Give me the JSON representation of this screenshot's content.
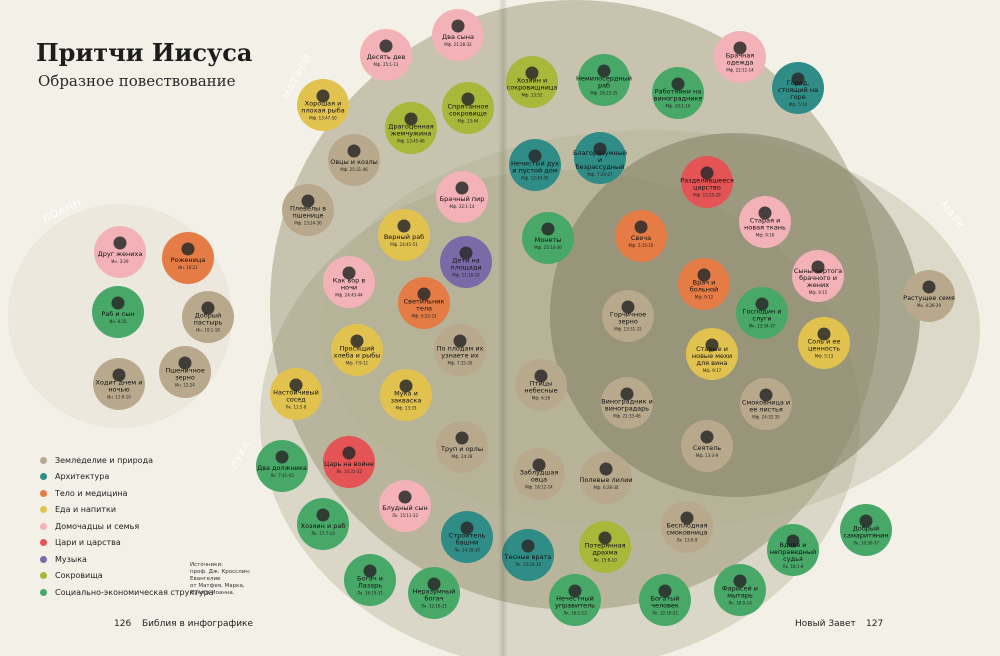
{
  "header": {
    "title": "Притчи Иисуса",
    "subtitle": "Образное повествование"
  },
  "group_labels": [
    {
      "key": "matthew",
      "text": "МАТФЕЙ"
    },
    {
      "key": "john",
      "text": "ИОАНН"
    },
    {
      "key": "mark",
      "text": "МАРК"
    },
    {
      "key": "luke",
      "text": "ЛУКА"
    }
  ],
  "legend": [
    {
      "label": "Земледелие и природа",
      "color": "#b8a98d"
    },
    {
      "label": "Архитектура",
      "color": "#2f8c86"
    },
    {
      "label": "Тело и медицина",
      "color": "#e57b45"
    },
    {
      "label": "Еда и напитки",
      "color": "#e2c24f"
    },
    {
      "label": "Домочадцы и семья",
      "color": "#f2b2b7"
    },
    {
      "label": "Цари и царства",
      "color": "#e55454"
    },
    {
      "label": "Музыка",
      "color": "#7b6aa8"
    },
    {
      "label": "Сокровища",
      "color": "#a7b83a"
    },
    {
      "label": "Социально-экономическая структура",
      "color": "#48a868"
    }
  ],
  "sources": [
    "Источники:",
    "проф. Дж. Кросслин:",
    "Евангелие",
    "от Матфея, Марка,",
    "Луки и Иоанна."
  ],
  "footer": {
    "left_page": "126",
    "left_text": "Библия в инфографике",
    "right_text": "Новый Завет",
    "right_page": "127"
  },
  "parables": [
    {
      "label": "Друг жениха",
      "ref": "Ин. 3:29",
      "color": "#f2b2b7"
    },
    {
      "label": "Роженица",
      "ref": "Ин. 16:21",
      "color": "#e57b45"
    },
    {
      "label": "Раб и сын",
      "ref": "Ин. 8:35",
      "color": "#48a868"
    },
    {
      "label": "Добрый пастырь",
      "ref": "Ин. 10:1-18",
      "color": "#b8a98d"
    },
    {
      "label": "Ходит днем и ночью",
      "ref": "Ин. 11:9-10",
      "color": "#b8a98d"
    },
    {
      "label": "Пшеничное зерно",
      "ref": "Ин. 12:24",
      "color": "#b8a98d"
    },
    {
      "label": "Десять дев",
      "ref": "Мф. 25:1-13",
      "color": "#f2b2b7"
    },
    {
      "label": "Два сына",
      "ref": "Мф. 21:28-32",
      "color": "#f2b2b7"
    },
    {
      "label": "Хорошая и плохая рыба",
      "ref": "Мф. 13:47-50",
      "color": "#e2c24f"
    },
    {
      "label": "Драгоценная жемчужина",
      "ref": "Мф. 13:45-46",
      "color": "#a7b83a"
    },
    {
      "label": "Спрятанное сокровище",
      "ref": "Мф. 13:44",
      "color": "#a7b83a"
    },
    {
      "label": "Овцы и козлы",
      "ref": "Мф. 25:31-46",
      "color": "#b8a98d"
    },
    {
      "label": "Плевелы в пшенице",
      "ref": "Мф. 13:24-30",
      "color": "#b8a98d"
    },
    {
      "label": "Хозяин и сокровищница",
      "ref": "Мф. 13:52",
      "color": "#a7b83a"
    },
    {
      "label": "Немилосердный раб",
      "ref": "Мф. 18:23-35",
      "color": "#48a868"
    },
    {
      "label": "Работники на винограднике",
      "ref": "Мф. 20:1-16",
      "color": "#48a868"
    },
    {
      "label": "Брачная одежда",
      "ref": "Мф. 22:11-14",
      "color": "#f2b2b7"
    },
    {
      "label": "Город, стоящий на горе",
      "ref": "Мф. 5:14",
      "color": "#2f8c86"
    },
    {
      "label": "Нечистый дух и пустой дом",
      "ref": "Мф. 12:43-45",
      "color": "#2f8c86"
    },
    {
      "label": "Благоразумный и безрассудный строители",
      "ref": "Мф. 7:24-27",
      "color": "#2f8c86"
    },
    {
      "label": "Брачный пир",
      "ref": "Мф. 22:1-14",
      "color": "#f2b2b7"
    },
    {
      "label": "Верный раб",
      "ref": "Мф. 24:45-51",
      "color": "#e2c24f"
    },
    {
      "label": "Дети на площади",
      "ref": "Мф. 11:16-19",
      "color": "#7b6aa8"
    },
    {
      "label": "Монеты",
      "ref": "Мф. 25:14-30",
      "color": "#48a868"
    },
    {
      "label": "Разделившееся царство",
      "ref": "Мф. 12:25-29",
      "color": "#e55454"
    },
    {
      "label": "Свеча",
      "ref": "Мф. 5:15-16",
      "color": "#e57b45"
    },
    {
      "label": "Старая и новая ткань",
      "ref": "Мф. 9:16",
      "color": "#f2b2b7"
    },
    {
      "label": "Как вор в ночи",
      "ref": "Мф. 24:43-44",
      "color": "#f2b2b7"
    },
    {
      "label": "Светильник тела",
      "ref": "Мф. 6:22-23",
      "color": "#e57b45"
    },
    {
      "label": "Врач и больной",
      "ref": "Мф. 9:12",
      "color": "#e57b45"
    },
    {
      "label": "Сыны чертога брачного и жених",
      "ref": "Мф. 9:15",
      "color": "#f2b2b7"
    },
    {
      "label": "Растущее семя",
      "ref": "Мк. 4:26-29",
      "color": "#b8a98d"
    },
    {
      "label": "Просящий хлеба и рыбы",
      "ref": "Мф. 7:9-11",
      "color": "#e2c24f"
    },
    {
      "label": "По плодам их узнаете их",
      "ref": "Мф. 7:15-20",
      "color": "#b8a98d"
    },
    {
      "label": "Горчичное зерно",
      "ref": "Мф. 13:31-32",
      "color": "#b8a98d"
    },
    {
      "label": "Господин и слуги",
      "ref": "Мк. 13:34-37",
      "color": "#48a868"
    },
    {
      "label": "Старые и новые мехи для вина",
      "ref": "Мф. 9:17",
      "color": "#e2c24f"
    },
    {
      "label": "Соль и ее ценность",
      "ref": "Мф. 5:13",
      "color": "#e2c24f"
    },
    {
      "label": "Настойчивый сосед",
      "ref": "Лк. 11:5-8",
      "color": "#e2c24f"
    },
    {
      "label": "Мука и закваска",
      "ref": "Мф. 13:33",
      "color": "#e2c24f"
    },
    {
      "label": "Птицы небесные",
      "ref": "Мф. 6:26",
      "color": "#b8a98d"
    },
    {
      "label": "Виноградник и виноградарь",
      "ref": "Мф. 21:33-46",
      "color": "#b8a98d"
    },
    {
      "label": "Смоковница и ее листья",
      "ref": "Мф. 24:32-35",
      "color": "#b8a98d"
    },
    {
      "label": "Труп и орлы",
      "ref": "Мф. 24:28",
      "color": "#b8a98d"
    },
    {
      "label": "Сеятель",
      "ref": "Мф. 13:3-9",
      "color": "#b8a98d"
    },
    {
      "label": "Два должника",
      "ref": "Лк. 7:41-43",
      "color": "#48a868"
    },
    {
      "label": "Царь на войне",
      "ref": "Лк. 14:31-32",
      "color": "#e55454"
    },
    {
      "label": "Заблудшая овца",
      "ref": "Мф. 18:12-14",
      "color": "#b8a98d"
    },
    {
      "label": "Полевые лилии",
      "ref": "Мф. 6:28-30",
      "color": "#b8a98d"
    },
    {
      "label": "Блудный сын",
      "ref": "Лк. 15:11-32",
      "color": "#f2b2b7"
    },
    {
      "label": "Хозяин и раб",
      "ref": "Лк. 17:7-10",
      "color": "#48a868"
    },
    {
      "label": "Строитель башни",
      "ref": "Лк. 14:28-30",
      "color": "#2f8c86"
    },
    {
      "label": "Тесные врата",
      "ref": "Лк. 13:24-30",
      "color": "#2f8c86"
    },
    {
      "label": "Потерянная драхма",
      "ref": "Лк. 15:8-10",
      "color": "#a7b83a"
    },
    {
      "label": "Бесплодная смоковница",
      "ref": "Лк. 13:6-9",
      "color": "#b8a98d"
    },
    {
      "label": "Вдова и неправедный судья",
      "ref": "Лк. 18:1-8",
      "color": "#48a868"
    },
    {
      "label": "Добрый самаритянин",
      "ref": "Лк. 10:30-37",
      "color": "#48a868"
    },
    {
      "label": "Богач и Лазарь",
      "ref": "Лк. 16:19-31",
      "color": "#48a868"
    },
    {
      "label": "Неразумный богач",
      "ref": "Лк. 12:16-21",
      "color": "#48a868"
    },
    {
      "label": "Нечестный управитель",
      "ref": "Лк. 16:1-13",
      "color": "#48a868"
    },
    {
      "label": "Богатый человек",
      "ref": "Лк. 12:16-21",
      "color": "#48a868"
    },
    {
      "label": "Фарисей и мытарь",
      "ref": "Лк. 18:9-14",
      "color": "#48a868"
    }
  ]
}
